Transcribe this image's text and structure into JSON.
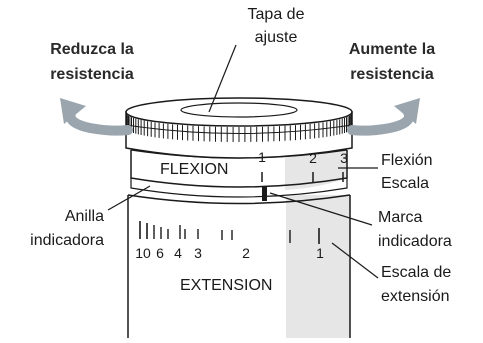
{
  "labels": {
    "decrease": [
      "Reduzca la",
      "resistencia"
    ],
    "increase": [
      "Aumente la",
      "resistencia"
    ],
    "cap": [
      "Tapa de",
      "ajuste"
    ],
    "flexion_scale": [
      "Flexión",
      "Escala"
    ],
    "ring": [
      "Anilla",
      "indicadora"
    ],
    "mark": [
      "Marca",
      "indicadora"
    ],
    "extension_scale": [
      "Escala de",
      "extensión"
    ]
  },
  "ring_text": "FLEXION",
  "body_text": "EXTENSION",
  "flexion_numbers": [
    "1",
    "2",
    "3"
  ],
  "extension_numbers": [
    "10",
    "6",
    "4",
    "3",
    "2",
    "1"
  ],
  "colors": {
    "arrow": "#9aa5ad",
    "line": "#1a1a1a",
    "shade": "#e4e4e4"
  }
}
